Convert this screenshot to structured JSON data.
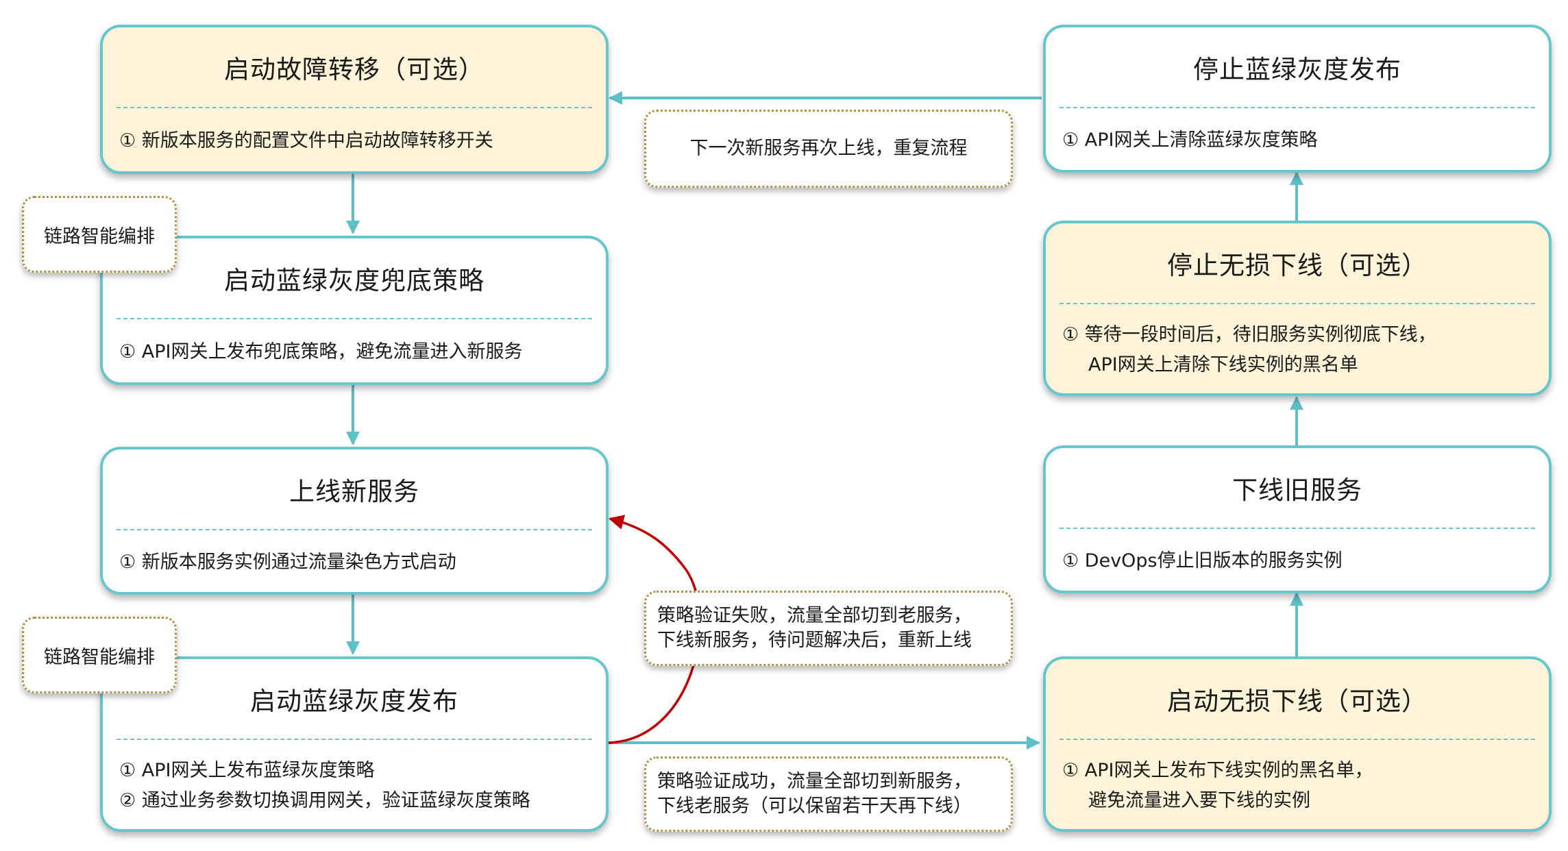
{
  "colors": {
    "border": "#66c6cc",
    "optional_fill": "#fdf3d8",
    "note_border": "#b09243",
    "fail_arrow": "#c00000"
  },
  "steps": [
    {
      "id": "failover",
      "title": "启动故障转移（可选）",
      "lines": [
        "① 新版本服务的配置文件中启动故障转移开关"
      ]
    },
    {
      "id": "fallback",
      "title": "启动蓝绿灰度兜底策略",
      "lines": [
        "① API网关上发布兜底策略，避免流量进入新服务"
      ]
    },
    {
      "id": "deploy-new",
      "title": "上线新服务",
      "lines": [
        "① 新版本服务实例通过流量染色方式启动"
      ]
    },
    {
      "id": "bg-release",
      "title": "启动蓝绿灰度发布",
      "lines": [
        "① API网关上发布蓝绿灰度策略",
        "② 通过业务参数切换调用网关，验证蓝绿灰度策略"
      ]
    },
    {
      "id": "stop-bg",
      "title": "停止蓝绿灰度发布",
      "lines": [
        "① API网关上清除蓝绿灰度策略"
      ]
    },
    {
      "id": "stop-graceful",
      "title": "停止无损下线（可选）",
      "lines": [
        "① 等待一段时间后，待旧服务实例彻底下线，",
        "API网关上清除下线实例的黑名单"
      ]
    },
    {
      "id": "offline-old",
      "title": "下线旧服务",
      "lines": [
        "① DevOps停止旧版本的服务实例"
      ]
    },
    {
      "id": "start-graceful",
      "title": "启动无损下线（可选）",
      "lines": [
        "① API网关上发布下线实例的黑名单，",
        "避免流量进入要下线的实例"
      ]
    }
  ],
  "notes": {
    "repeat": "下一次新服务再次上线，重复流程",
    "fail": [
      "策略验证失败，流量全部切到老服务，",
      "下线新服务，待问题解决后，重新上线"
    ],
    "success": [
      "策略验证成功，流量全部切到新服务，",
      "下线老服务（可以保留若干天再下线）"
    ]
  },
  "tags": {
    "orchestration_1": "链路智能编排",
    "orchestration_2": "链路智能编排"
  }
}
